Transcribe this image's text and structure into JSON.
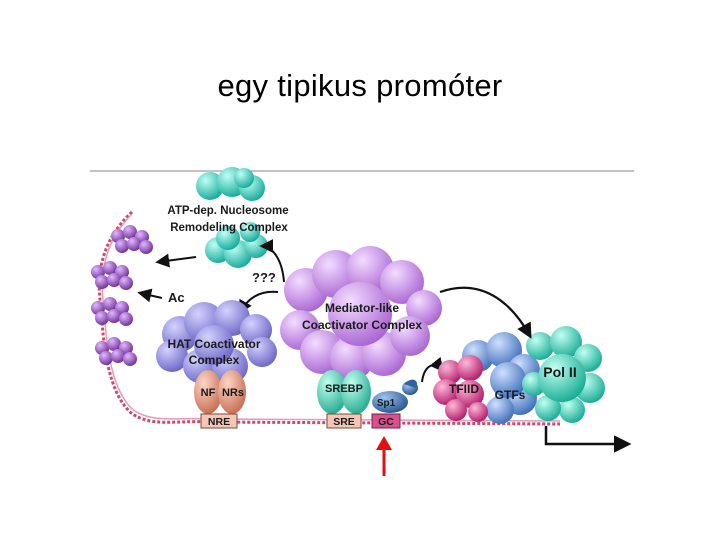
{
  "slide": {
    "title": "egy tipikus promóter"
  },
  "diagram": {
    "remodeling_complex": {
      "line1": "ATP-dep. Nucleosome",
      "line2": "Remodeling Complex"
    },
    "unknown_link": "???",
    "acetylation": "Ac",
    "hat_complex": {
      "line1": "HAT Coactivator",
      "line2": "Complex"
    },
    "mediator_complex": {
      "line1": "Mediator-like",
      "line2": "Coactivator Complex"
    },
    "activators": [
      "NF",
      "NRs",
      "SREBP",
      "Sp1",
      "TFIID",
      "GTFs",
      "Pol II"
    ],
    "elements": [
      "NRE",
      "SRE",
      "GC"
    ]
  },
  "colors": {
    "nucleosome": "#9b4fc4",
    "remodeling": "#33d4c4",
    "hat": "#8a84dc",
    "mediator": "#c88ee6",
    "nrs": "#e3967e",
    "srebp": "#4fd0b4",
    "sp1": "#3c76b8",
    "tfiid": "#e0388a",
    "gtfs": "#5b8ed6",
    "pol2": "#2fd2b8",
    "gc_box": "#d9508e",
    "red_arrow": "#e01010"
  }
}
